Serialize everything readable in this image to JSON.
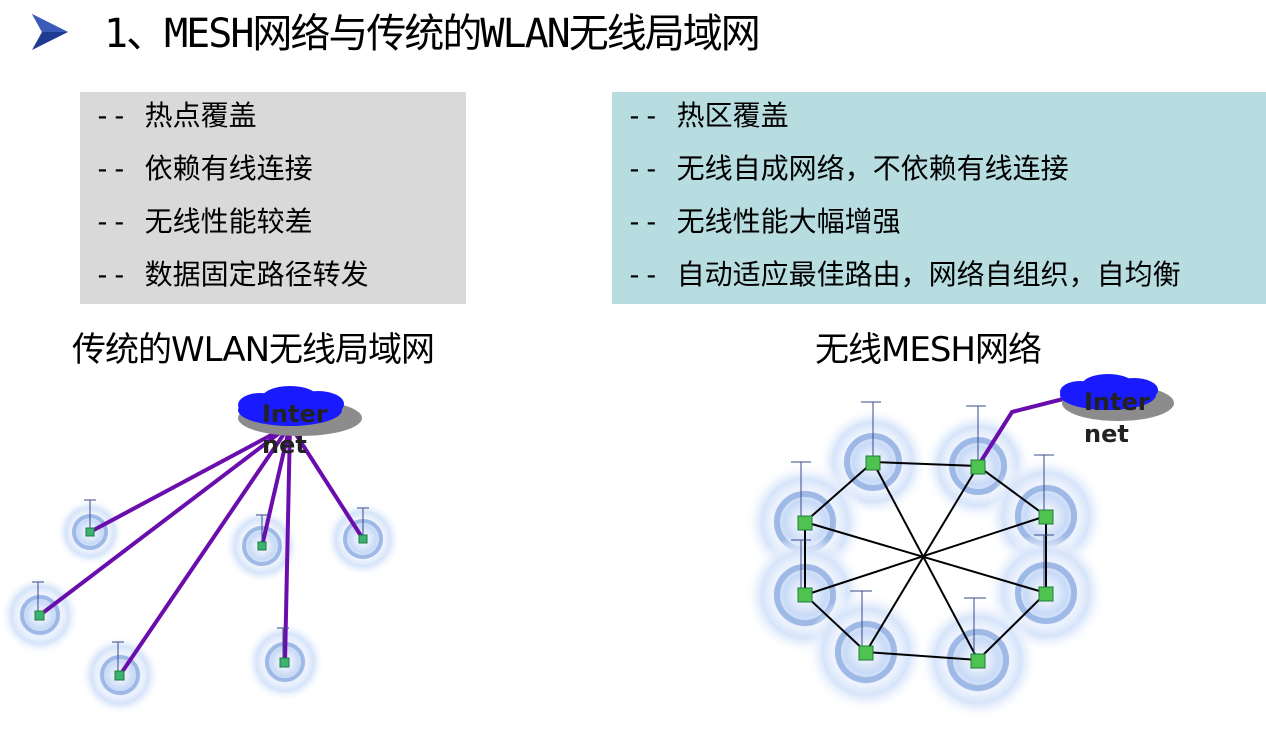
{
  "header": {
    "title": "1、MESH网络与传统的WLAN无线局域网"
  },
  "left_panel": {
    "items": [
      "--  热点覆盖",
      "--  依赖有线连接",
      "--  无线性能较差",
      "--  数据固定路径转发"
    ],
    "caption": "传统的WLAN无线局域网",
    "cloud_label_1": "Inter",
    "cloud_label_2": "net"
  },
  "right_panel": {
    "items": [
      "--  热区覆盖",
      "--  无线自成网络，不依赖有线连接",
      "--  无线性能大幅增强",
      "--  自动适应最佳路由，网络自组织，自均衡"
    ],
    "caption": "无线MESH网络",
    "cloud_label_1": "Inter",
    "cloud_label_2": "net"
  },
  "colors": {
    "left_box_bg": "#d9d9d9",
    "right_box_bg": "#b7dde0",
    "link_color": "#6a0dad",
    "cloud_color": "#1a1aff",
    "arrow_color": "#1f3a93"
  },
  "icons": [
    "arrow-bullet-icon",
    "cloud-icon",
    "access-point-icon"
  ]
}
